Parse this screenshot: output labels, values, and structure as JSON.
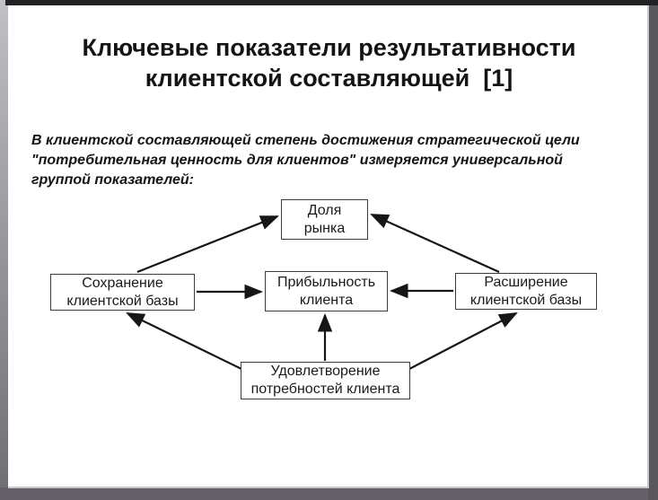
{
  "slide": {
    "title": {
      "line1": "Ключевые показатели результативности",
      "line2": "клиентской составляющей  [1]"
    },
    "lead": {
      "lines": [
        "В клиентской составляющей степень достижения стратегической цели",
        "\"потребительная ценность для клиентов\" измеряется универсальной",
        "группой показателей:"
      ]
    },
    "diagram": {
      "nodes": {
        "market_share": {
          "line1": "Доля",
          "line2": "рынка"
        },
        "retention": {
          "line1": "Сохранение",
          "line2": "клиентской базы"
        },
        "profitability": {
          "line1": "Прибыльность",
          "line2": "клиента"
        },
        "expansion": {
          "line1": "Расширение",
          "line2": "клиентской базы"
        },
        "satisfaction": {
          "line1": "Удовлетворение",
          "line2": "потребностей клиента"
        }
      },
      "edges": [
        {
          "from": "retention",
          "to": "market_share"
        },
        {
          "from": "expansion",
          "to": "market_share"
        },
        {
          "from": "retention",
          "to": "profitability"
        },
        {
          "from": "expansion",
          "to": "profitability"
        },
        {
          "from": "satisfaction",
          "to": "profitability"
        },
        {
          "from": "satisfaction",
          "to": "retention"
        },
        {
          "from": "satisfaction",
          "to": "expansion"
        }
      ]
    },
    "colors": {
      "slide_bg": "#ffffff",
      "text": "#141414",
      "box_border": "#3b3b3b",
      "arrow": "#161616",
      "frame_top": "#232125",
      "frame_right": "#59575b",
      "frame_bottom": "#636167"
    }
  }
}
